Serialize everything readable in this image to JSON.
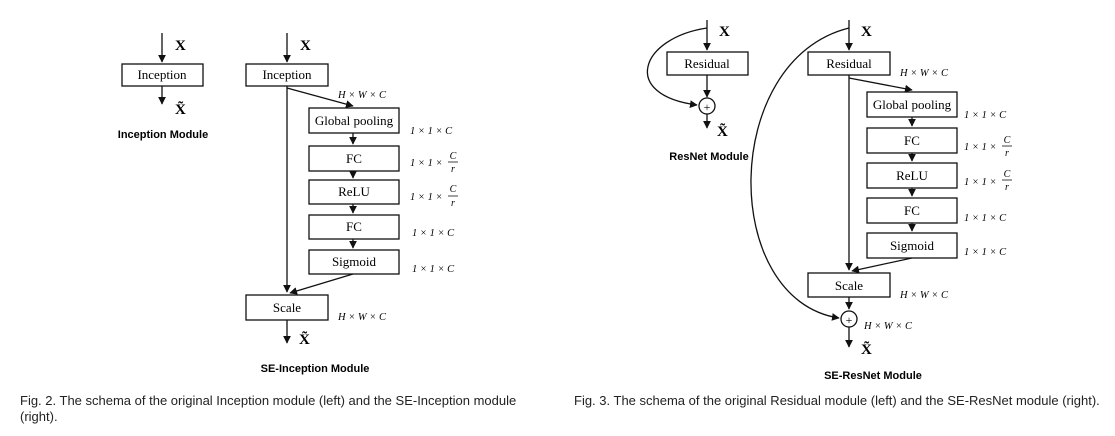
{
  "fig2": {
    "input_label": "X",
    "output_label": "X̃",
    "plain_module": {
      "title": "Inception Module",
      "block_label": "Inception"
    },
    "se_module": {
      "title": "SE-Inception Module",
      "main_label": "Inception",
      "main_dim": "H × W × C",
      "scale_label": "Scale",
      "scale_dim": "H × W × C",
      "steps": [
        {
          "label": "Global pooling",
          "dim_prefix": "1 × 1 × C",
          "frac_num": "",
          "frac_den": ""
        },
        {
          "label": "FC",
          "dim_prefix": "1 × 1 ×",
          "frac_num": "C",
          "frac_den": "r"
        },
        {
          "label": "ReLU",
          "dim_prefix": "1 × 1 ×",
          "frac_num": "C",
          "frac_den": "r"
        },
        {
          "label": "FC",
          "dim_prefix": "1 × 1 × C",
          "frac_num": "",
          "frac_den": ""
        },
        {
          "label": "Sigmoid",
          "dim_prefix": "1 × 1 × C",
          "frac_num": "",
          "frac_den": ""
        }
      ]
    },
    "caption": "Fig. 2. The schema of the original Inception module (left) and the SE-Inception module (right)."
  },
  "fig3": {
    "input_label": "X",
    "output_label": "X̃",
    "plus_symbol": "+",
    "plain_module": {
      "title": "ResNet Module",
      "block_label": "Residual"
    },
    "se_module": {
      "title": "SE-ResNet Module",
      "main_label": "Residual",
      "main_dim": "H × W × C",
      "scale_label": "Scale",
      "scale_dim": "H × W × C",
      "add_dim": "H × W × C",
      "steps": [
        {
          "label": "Global pooling",
          "dim_prefix": "1 × 1 × C",
          "frac_num": "",
          "frac_den": ""
        },
        {
          "label": "FC",
          "dim_prefix": "1 × 1 ×",
          "frac_num": "C",
          "frac_den": "r"
        },
        {
          "label": "ReLU",
          "dim_prefix": "1 × 1 ×",
          "frac_num": "C",
          "frac_den": "r"
        },
        {
          "label": "FC",
          "dim_prefix": "1 × 1 × C",
          "frac_num": "",
          "frac_den": ""
        },
        {
          "label": "Sigmoid",
          "dim_prefix": "1 × 1 × C",
          "frac_num": "",
          "frac_den": ""
        }
      ]
    },
    "caption": "Fig. 3. The schema of the original Residual module (left) and the SE-ResNet module (right)."
  }
}
